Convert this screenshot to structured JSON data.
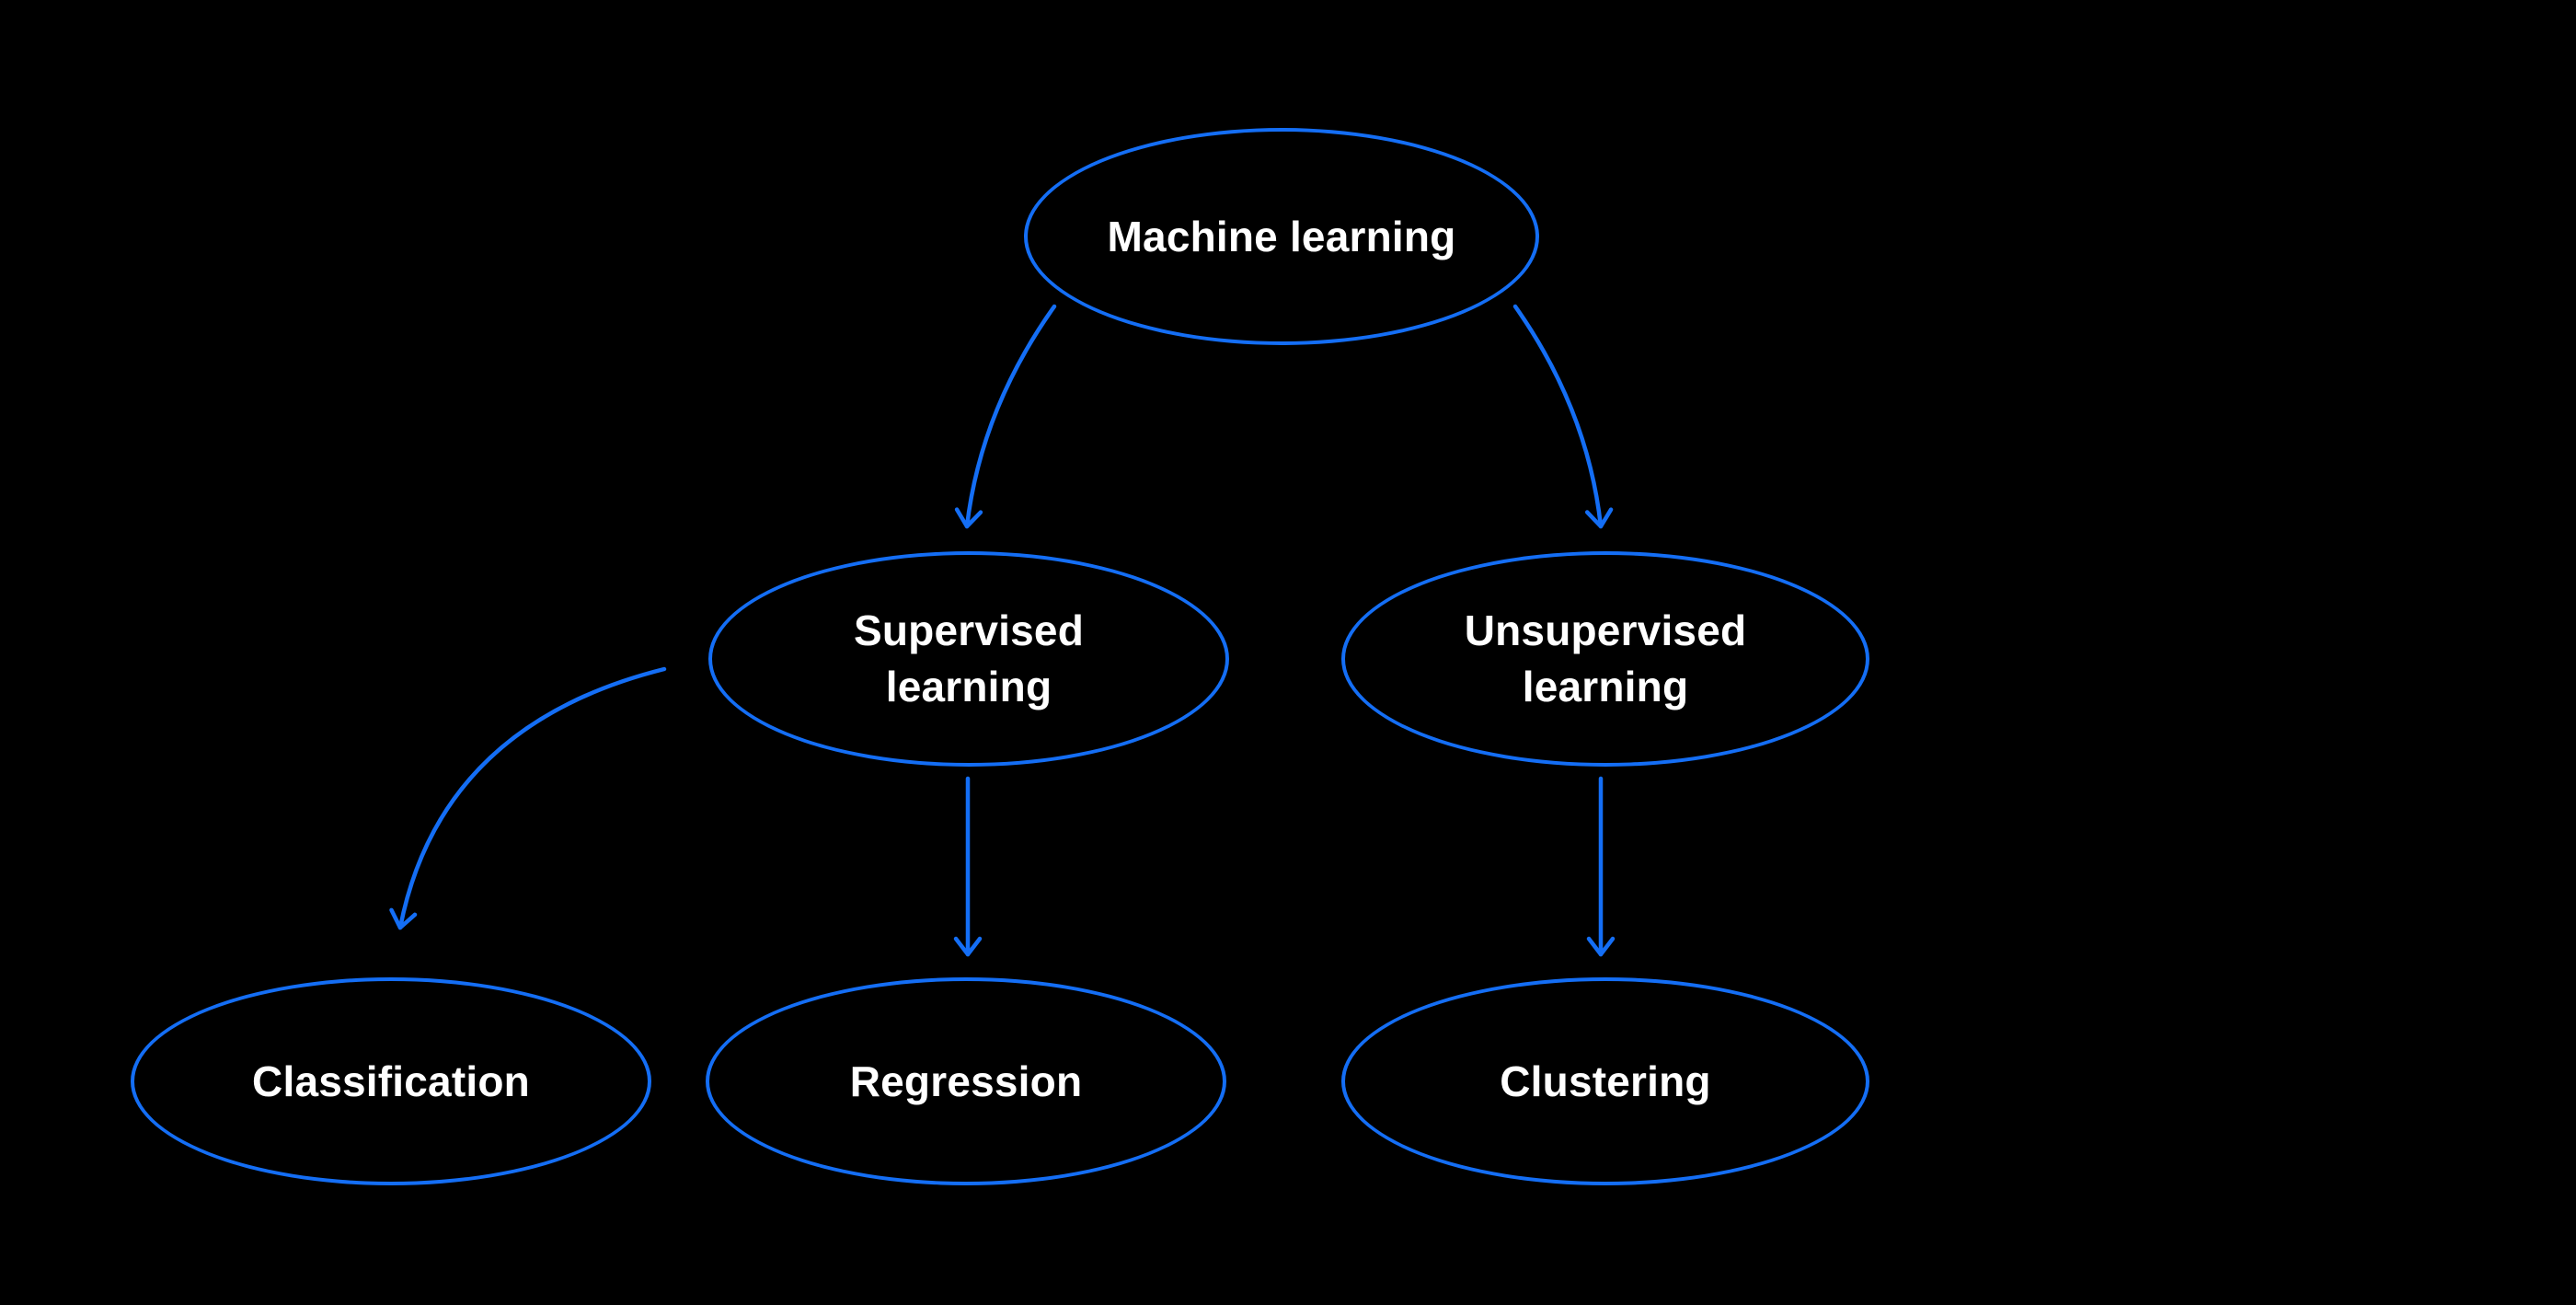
{
  "diagram": {
    "type": "tree",
    "background": "#000000",
    "nodes": [
      {
        "id": "machine-learning",
        "label": "Machine learning"
      },
      {
        "id": "supervised-learning",
        "label": "Supervised learning"
      },
      {
        "id": "unsupervised-learning",
        "label": "Unsupervised learning"
      },
      {
        "id": "classification",
        "label": "Classification"
      },
      {
        "id": "regression",
        "label": "Regression"
      },
      {
        "id": "clustering",
        "label": "Clustering"
      }
    ],
    "edges": [
      {
        "from": "machine-learning",
        "to": "supervised-learning",
        "style": "curved-arrow"
      },
      {
        "from": "machine-learning",
        "to": "unsupervised-learning",
        "style": "curved-arrow"
      },
      {
        "from": "supervised-learning",
        "to": "classification",
        "style": "curved-arrow"
      },
      {
        "from": "supervised-learning",
        "to": "regression",
        "style": "straight-arrow"
      },
      {
        "from": "unsupervised-learning",
        "to": "clustering",
        "style": "straight-arrow"
      }
    ]
  },
  "colors": {
    "background": "#000000",
    "accent": "#146ef5",
    "text": "#ffffff"
  }
}
